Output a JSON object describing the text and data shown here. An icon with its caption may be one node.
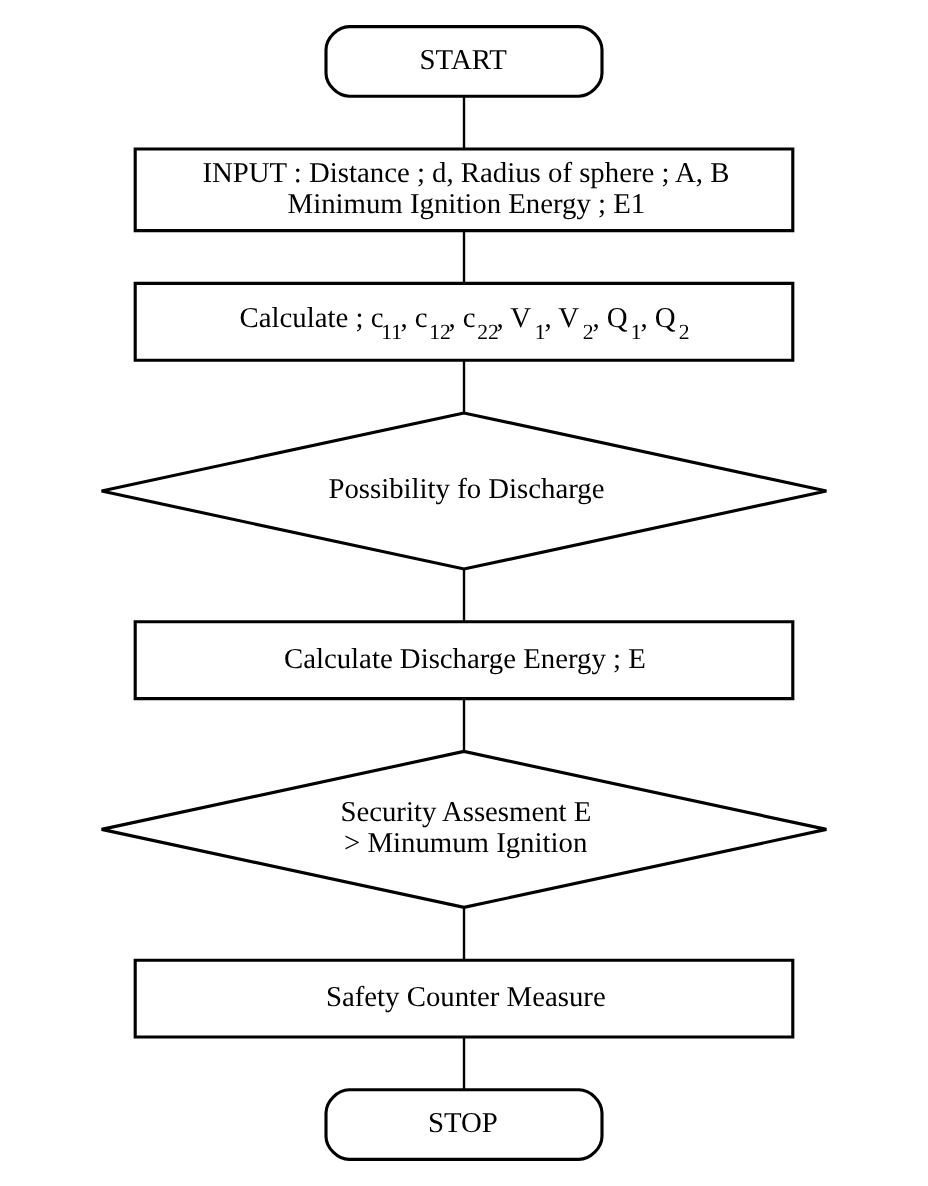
{
  "diagram": {
    "nodes": [
      {
        "text": [
          "START"
        ]
      },
      {
        "text": [
          "INPUT : Distance ; d, Radius of sphere ; A, B Minimum Ignition Energy ; E1"
        ]
      },
      {
        "text": [
          "Calculate ; c$_{11}$, c$_{12}$, c$_{22}$, V$_{1}$, V$_{2}$, Q$_{1}$, Q$_{2}$"
        ]
      },
      {
        "text": [
          "Possibility fo Discharge"
        ]
      },
      {
        "text": [
          "Calculate Discharge Energy ; E"
        ]
      },
      {
        "text": [
          "Security Assesment E > Minumum Ignition"
        ]
      },
      {
        "text": [
          "Safety Counter Measure"
        ]
      },
      {
        "text": [
          "STOP"
        ]
      }
    ],
    "edges": [
      {
        "from": 0,
        "to": 1,
        "arrow": "none"
      },
      {
        "from": 1,
        "to": 2,
        "arrow": "none"
      },
      {
        "from": 2,
        "to": 3,
        "arrow": "none"
      },
      {
        "from": 3,
        "to": 4,
        "arrow": "none"
      },
      {
        "from": 4,
        "to": 5,
        "arrow": "none"
      },
      {
        "from": 5,
        "to": 6,
        "arrow": "none"
      },
      {
        "from": 6,
        "to": 7,
        "arrow": "none"
      }
    ]
  }
}
